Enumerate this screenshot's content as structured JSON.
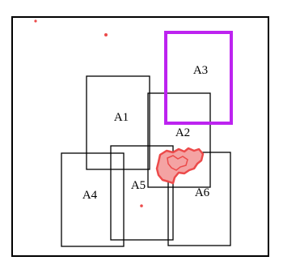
{
  "diagram": {
    "regions": [
      {
        "id": "A1",
        "label": "A1"
      },
      {
        "id": "A2",
        "label": "A2"
      },
      {
        "id": "A3",
        "label": "A3",
        "highlighted": true
      },
      {
        "id": "A4",
        "label": "A4"
      },
      {
        "id": "A5",
        "label": "A5"
      },
      {
        "id": "A6",
        "label": "A6"
      }
    ],
    "colors": {
      "outline": "#000000",
      "highlight": "#bd23f0",
      "blob_stroke": "#ec4a4a",
      "blob_fill": "#f4a3a3",
      "dots": "#ec4a4a"
    }
  }
}
